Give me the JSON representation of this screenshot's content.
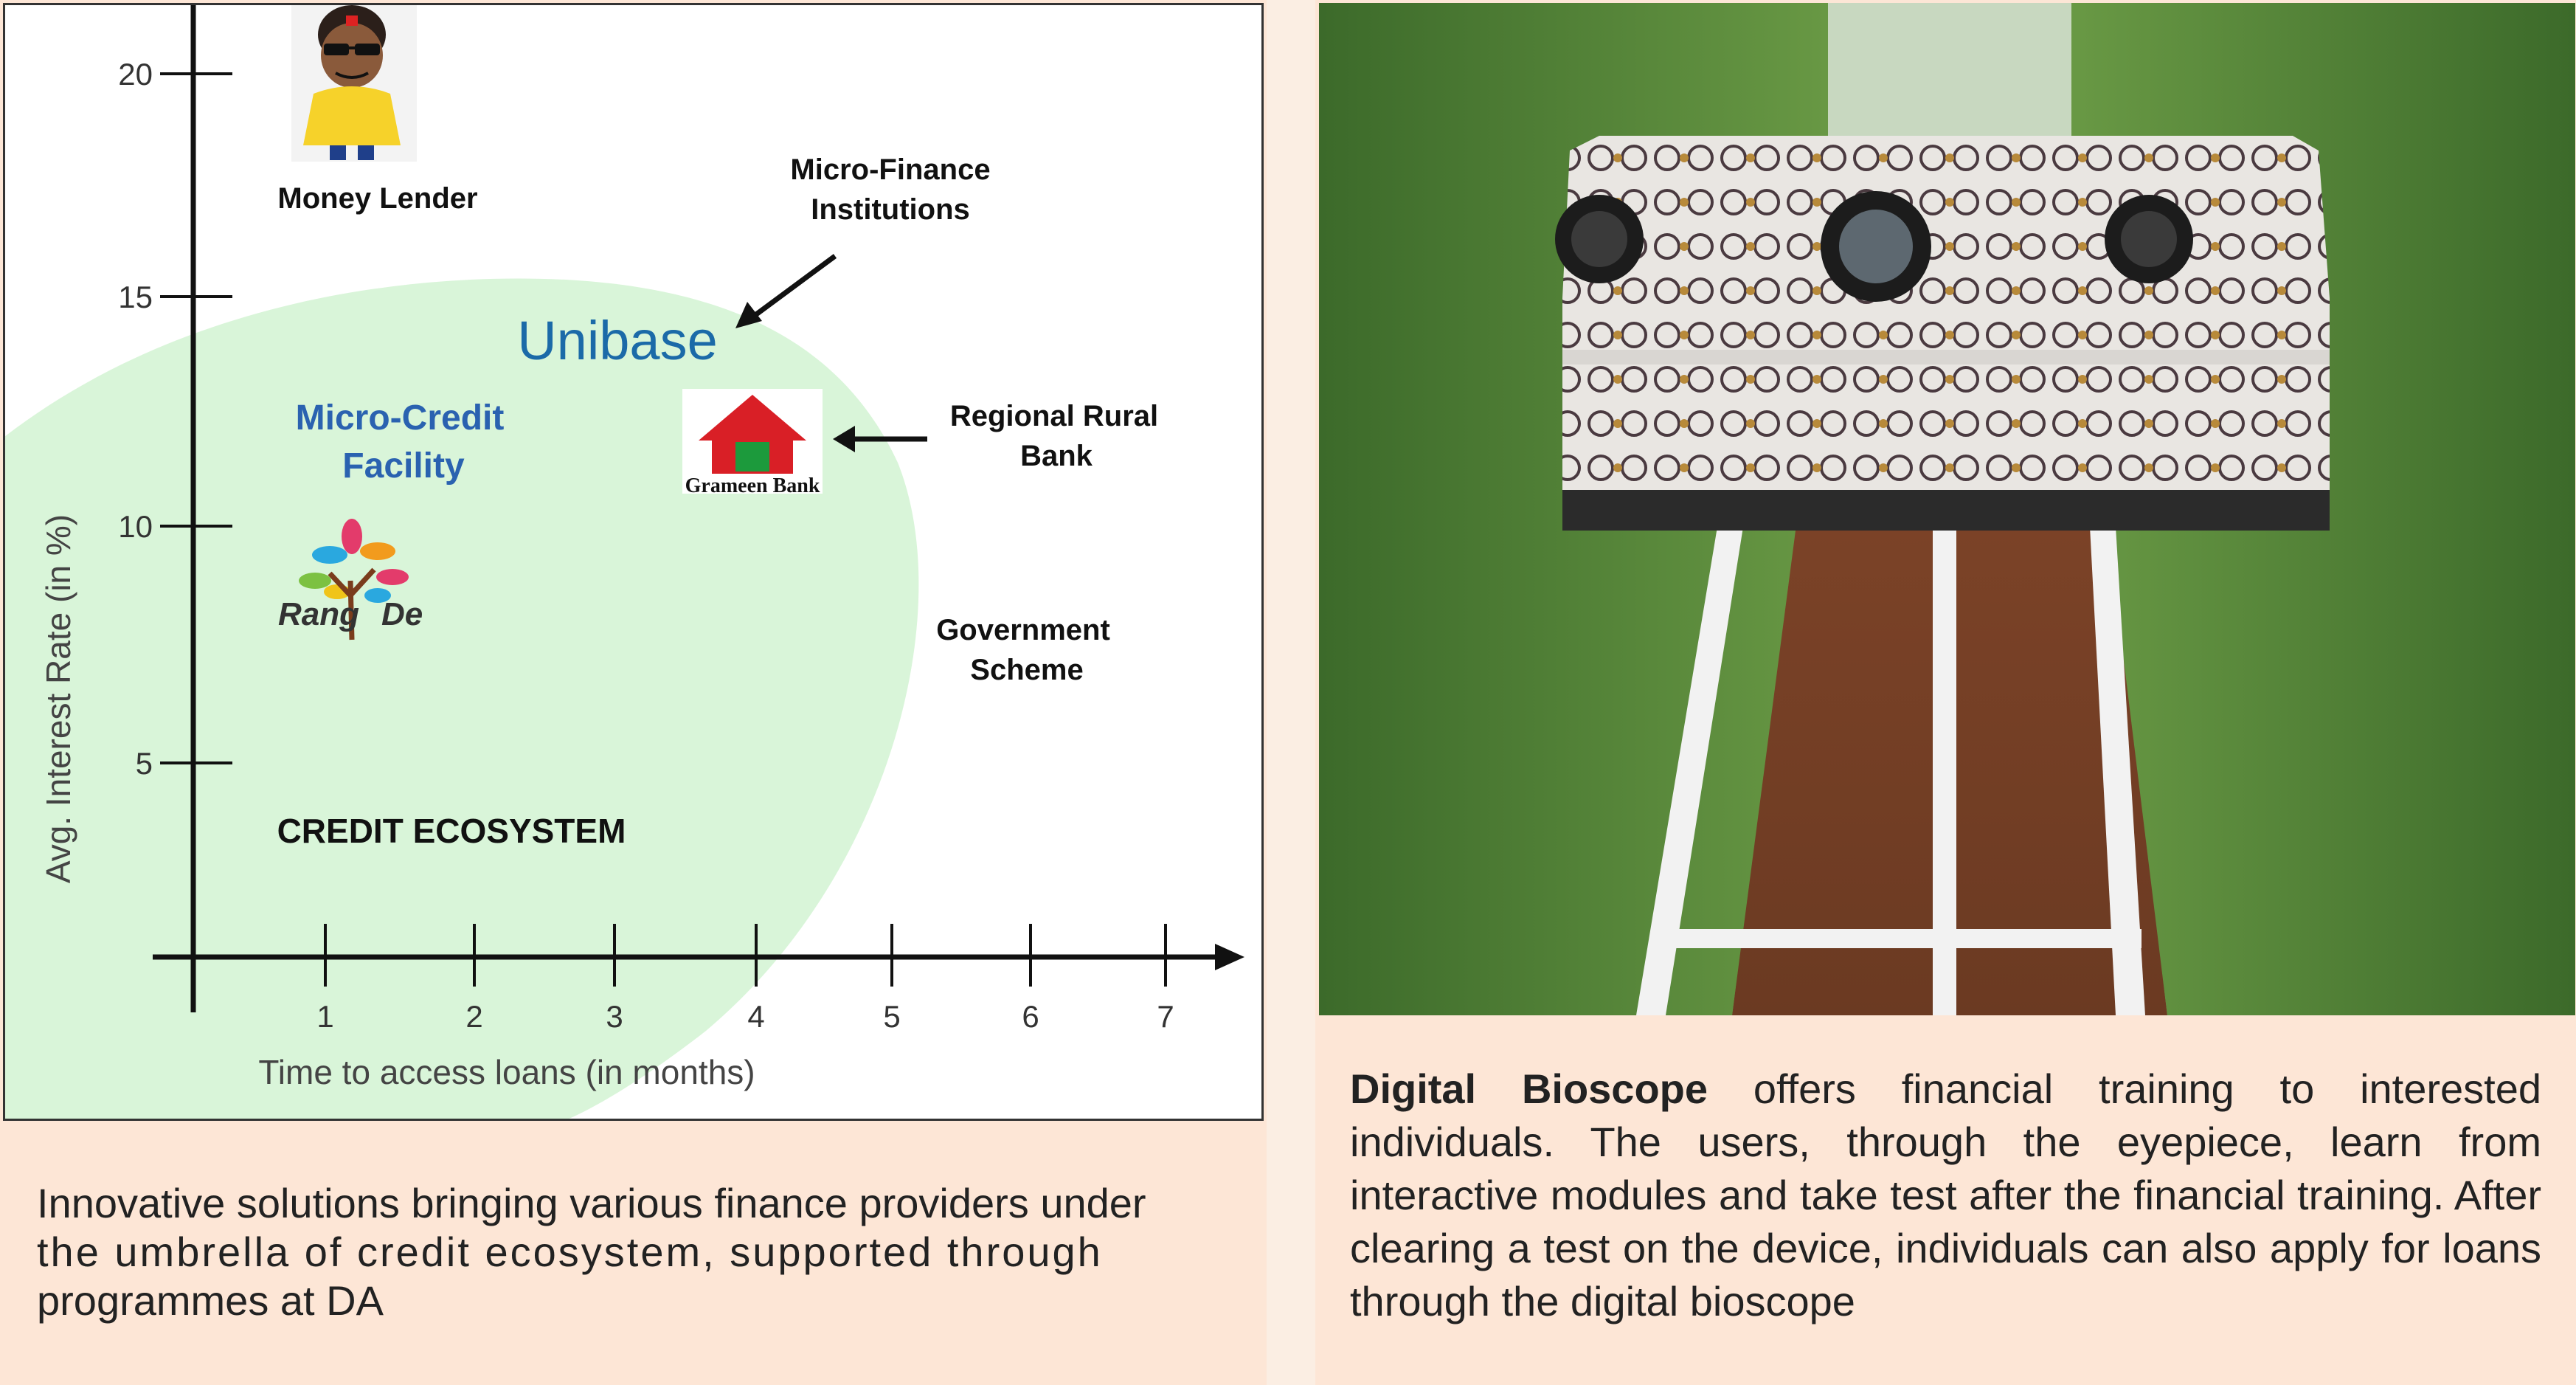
{
  "chart": {
    "ylabel": "Avg. Interest Rate (in %)",
    "xlabel": "Time to access loans (in months)",
    "y_ticks": [
      "20",
      "15",
      "10",
      "5"
    ],
    "x_ticks": [
      "1",
      "2",
      "3",
      "4",
      "5",
      "6",
      "7"
    ],
    "labels": {
      "money_lender": "Money Lender",
      "mfi_line1": "Micro-Finance",
      "mfi_line2": "Institutions",
      "unibase": "Unibase",
      "micro_credit_line1": "Micro-Credit",
      "micro_credit_line2": "Facility",
      "grameen": "Grameen Bank",
      "rrb_line1": "Regional Rural",
      "rrb_line2": "Bank",
      "rangde_1": "Rang",
      "rangde_2": "De",
      "govt_line1": "Government",
      "govt_line2": "Scheme",
      "credit_ecosystem": "CREDIT ECOSYSTEM"
    },
    "colors": {
      "ecosystem_fill": "#d9f5d9",
      "unibase": "#1b6aa8",
      "micro_credit": "#2a62b0",
      "grameen_red": "#d91f26",
      "grameen_green": "#1c9a3c"
    }
  },
  "caption_left": {
    "line1": "Innovative solutions bringing various finance providers under",
    "line2": "the umbrella of credit ecosystem, supported through",
    "line3": "programmes at DA"
  },
  "caption_right": {
    "lead": "Digital Bioscope",
    "rest": " offers financial training to interested individuals. The users, through the eyepiece, learn from interactive modules and take test after the financial training. After clearing a test on the device, individuals can also apply for loans through the digital bioscope"
  }
}
